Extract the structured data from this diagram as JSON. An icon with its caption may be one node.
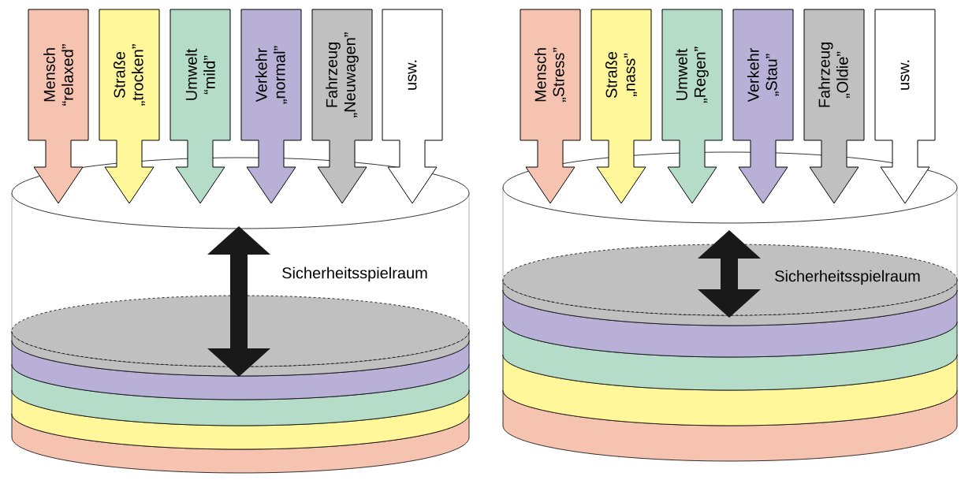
{
  "diagram": {
    "nodes": [
      {
        "text": [
          "Mensch “relaxed”"
        ]
      },
      {
        "text": [
          "Straße „trocken”"
        ]
      },
      {
        "text": [
          "Umwelt “mild”"
        ]
      },
      {
        "text": [
          "Verkehr „normal”"
        ]
      },
      {
        "text": [
          "Fahrzeug „Neuwagen”"
        ]
      },
      {
        "text": [
          "usw."
        ]
      },
      {
        "text": [
          "Mensch „Stress”"
        ]
      },
      {
        "text": [
          "Straße „nass”"
        ]
      },
      {
        "text": [
          "Umwelt „Regen”"
        ]
      },
      {
        "text": [
          "Verkehr „Stau”"
        ]
      },
      {
        "text": [
          "Fahrzeug „Oldie”"
        ]
      },
      {
        "text": [
          "usw."
        ]
      }
    ],
    "labels": [
      "Sicherheitsspielraum",
      "Sicherheitsspielraum"
    ]
  }
}
